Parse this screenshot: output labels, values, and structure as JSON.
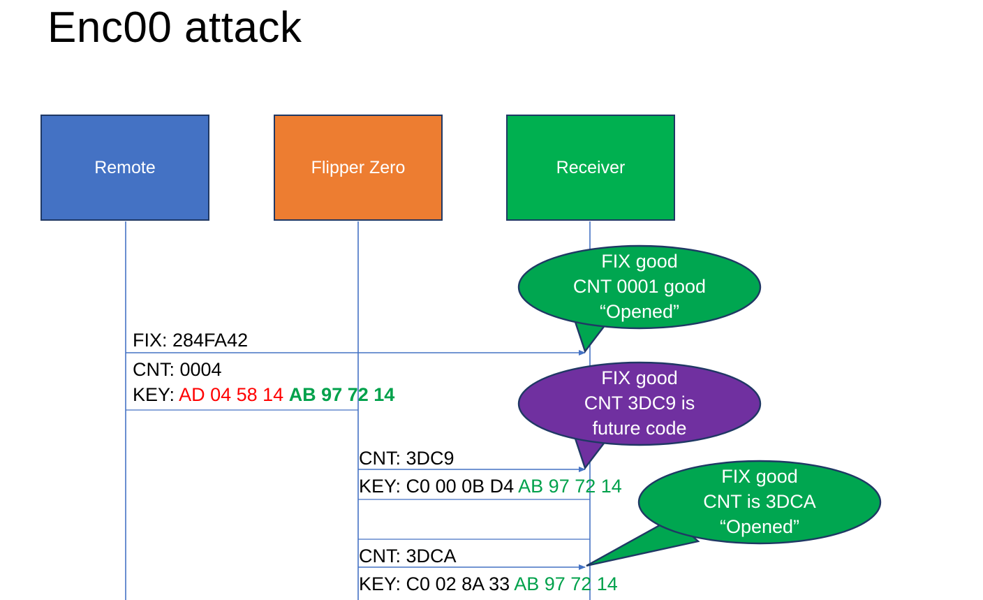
{
  "slide": {
    "title": "Enc00 attack",
    "background": "#FFFFFF"
  },
  "colors": {
    "remote_blue": "#4472C4",
    "flipper_orange": "#ED7D31",
    "receiver_green": "#00B050",
    "bubble_green": "#00A650",
    "bubble_purple": "#7030A0",
    "outline_navy": "#1F3864",
    "lifeline_blue": "#4472C4",
    "key_red": "#FF0000",
    "key_green": "#00A14B",
    "text_black": "#000000"
  },
  "actors": [
    {
      "id": "remote",
      "label": "Remote",
      "fill": "#4472C4"
    },
    {
      "id": "flipper",
      "label": "Flipper Zero",
      "fill": "#ED7D31"
    },
    {
      "id": "receiver",
      "label": "Receiver",
      "fill": "#00B050"
    }
  ],
  "messages": [
    {
      "id": "msg-1",
      "from": "remote",
      "to": "receiver",
      "line_1": "FIX: 284FA42",
      "line_2": "CNT: 0004",
      "key_label": "KEY: ",
      "key_red": "AD 04 58 14",
      "key_green": "AB 97 72 14"
    },
    {
      "id": "msg-2",
      "from": "flipper",
      "to": "receiver",
      "line_1": "CNT: 3DC9",
      "key_label": "KEY: ",
      "key_black": "C0 00 0B D4",
      "key_green": "AB 97 72 14"
    },
    {
      "id": "msg-3",
      "from": "flipper",
      "to": "receiver",
      "line_1": "CNT: 3DCA",
      "key_label": "KEY: ",
      "key_black": "C0 02 8A 33",
      "key_green": "AB 97 72 14"
    }
  ],
  "callouts": [
    {
      "id": "callout-1",
      "fill": "#00A650",
      "line_1": "FIX good",
      "line_2": "CNT 0001 good",
      "line_3": "“Opened”"
    },
    {
      "id": "callout-2",
      "fill": "#7030A0",
      "line_1": "FIX good",
      "line_2": "CNT 3DC9 is",
      "line_3": "future code"
    },
    {
      "id": "callout-3",
      "fill": "#00A650",
      "line_1": "FIX good",
      "line_2": "CNT is 3DCA",
      "line_3": "“Opened”"
    }
  ]
}
